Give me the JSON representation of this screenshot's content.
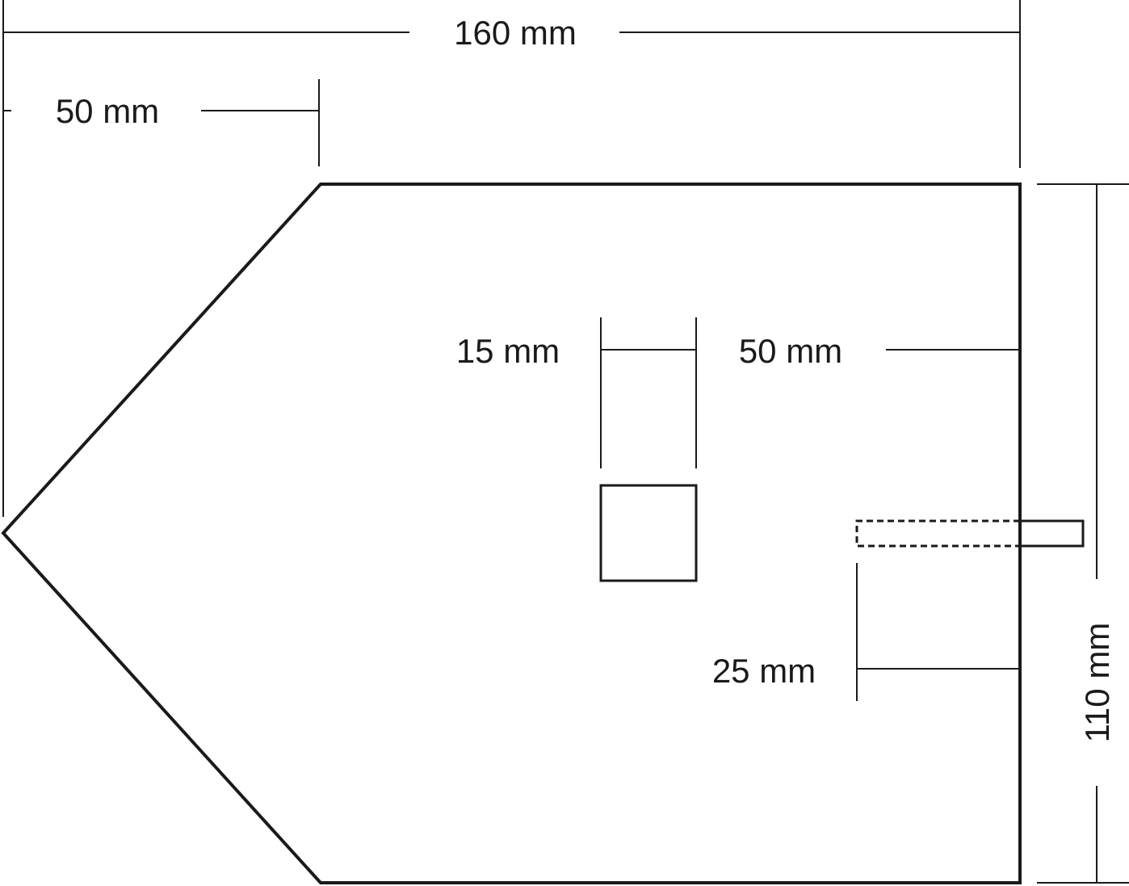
{
  "labels": {
    "total_width": "160 mm",
    "point_length": "50 mm",
    "square_size": "15 mm",
    "square_offset_right": "50 mm",
    "tab_offset": "25 mm",
    "total_height": "110 mm"
  },
  "colors": {
    "stroke": "#1a1a1a",
    "background": "#ffffff"
  }
}
